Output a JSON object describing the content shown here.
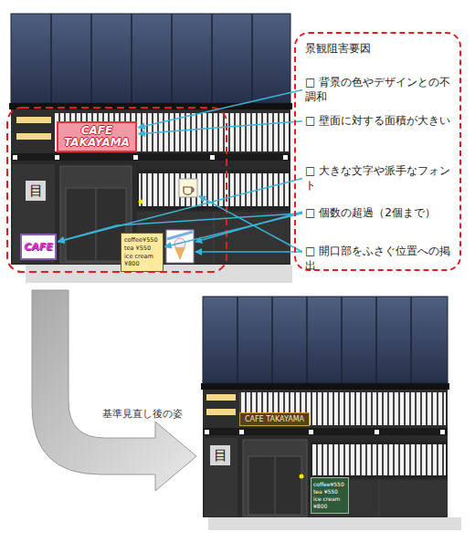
{
  "diagram": {
    "nodes": [
      {
        "text": [
          "景観阻害要因"
        ]
      },
      {
        "text": [
          "□ 背景の色やデザインとの不調和"
        ],
        "in": 0
      },
      {
        "text": [
          "□ 壁面に対する面積が大きい"
        ],
        "in": 0
      },
      {
        "text": [
          "□ 大きな文字や派手なフォント"
        ],
        "in": 0
      },
      {
        "text": [
          "□ 個数の超過（2個まで）"
        ],
        "in": 0
      },
      {
        "text": [
          "□ 開口部をふさぐ位置への掲出"
        ],
        "in": 0
      },
      {
        "text": [
          "CAFE TAKAYAMA"
        ]
      },
      {
        "text": [
          "CAFE"
        ]
      },
      {
        "text": [
          "coffee¥550 tea ¥550 ice cream ¥800"
        ]
      },
      {
        "text": [
          "CAFE TAKAYAMA"
        ]
      },
      {
        "text": [
          "coffee¥550 tea ¥550 ice cream ¥800"
        ]
      }
    ],
    "edges": [
      {
        "from": 1,
        "to": 6,
        "arrow": "to"
      },
      {
        "from": 2,
        "to": 6,
        "arrow": "to"
      },
      {
        "from": 3,
        "to": 7,
        "arrow": "to"
      },
      {
        "from": 4,
        "to": 7,
        "arrow": "to"
      },
      {
        "from": 4,
        "to": 8,
        "arrow": "to"
      }
    ],
    "labels": [
      "基準見直し後の姿",
      "目",
      "目"
    ]
  }
}
